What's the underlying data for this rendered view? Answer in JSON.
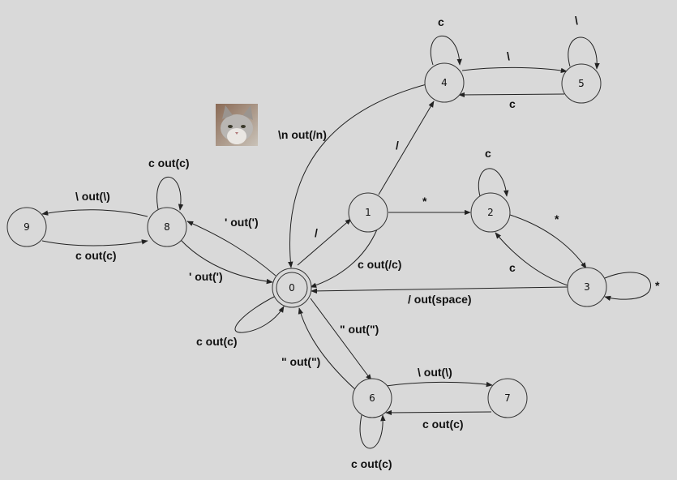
{
  "nodes": [
    {
      "id": "0",
      "label": "0",
      "accepting": true
    },
    {
      "id": "1",
      "label": "1"
    },
    {
      "id": "2",
      "label": "2"
    },
    {
      "id": "3",
      "label": "3"
    },
    {
      "id": "4",
      "label": "4"
    },
    {
      "id": "5",
      "label": "5"
    },
    {
      "id": "6",
      "label": "6"
    },
    {
      "id": "7",
      "label": "7"
    },
    {
      "id": "8",
      "label": "8"
    },
    {
      "id": "9",
      "label": "9"
    }
  ],
  "edges": [
    {
      "from": "0",
      "to": "1",
      "label": "/"
    },
    {
      "from": "1",
      "to": "0",
      "label": "c  out(/c)"
    },
    {
      "from": "1",
      "to": "2",
      "label": "*"
    },
    {
      "from": "1",
      "to": "4",
      "label": "/"
    },
    {
      "from": "2",
      "to": "2",
      "label": "c"
    },
    {
      "from": "2",
      "to": "3",
      "label": "*"
    },
    {
      "from": "3",
      "to": "2",
      "label": "c"
    },
    {
      "from": "3",
      "to": "3",
      "label": "*"
    },
    {
      "from": "3",
      "to": "0",
      "label": "/ out(space)"
    },
    {
      "from": "4",
      "to": "4",
      "label": "c"
    },
    {
      "from": "4",
      "to": "5",
      "label": "\\"
    },
    {
      "from": "5",
      "to": "4",
      "label": "c"
    },
    {
      "from": "5",
      "to": "5",
      "label": "\\"
    },
    {
      "from": "4",
      "to": "0",
      "label": "\\n  out(/n)"
    },
    {
      "from": "0",
      "to": "8",
      "label": "' out(')"
    },
    {
      "from": "8",
      "to": "0",
      "label": "' out(')"
    },
    {
      "from": "8",
      "to": "8",
      "label": "c out(c)"
    },
    {
      "from": "8",
      "to": "9",
      "label": "\\ out(\\)"
    },
    {
      "from": "9",
      "to": "8",
      "label": "c out(c)"
    },
    {
      "from": "0",
      "to": "0",
      "label": "c out(c)"
    },
    {
      "from": "0",
      "to": "6",
      "label": "\" out(\")"
    },
    {
      "from": "6",
      "to": "0",
      "label": "\" out(\")"
    },
    {
      "from": "6",
      "to": "7",
      "label": "\\ out(\\)"
    },
    {
      "from": "7",
      "to": "6",
      "label": "c out(c)"
    },
    {
      "from": "6",
      "to": "6",
      "label": "c out(c)"
    }
  ],
  "image": {
    "name": "cat-photo"
  }
}
